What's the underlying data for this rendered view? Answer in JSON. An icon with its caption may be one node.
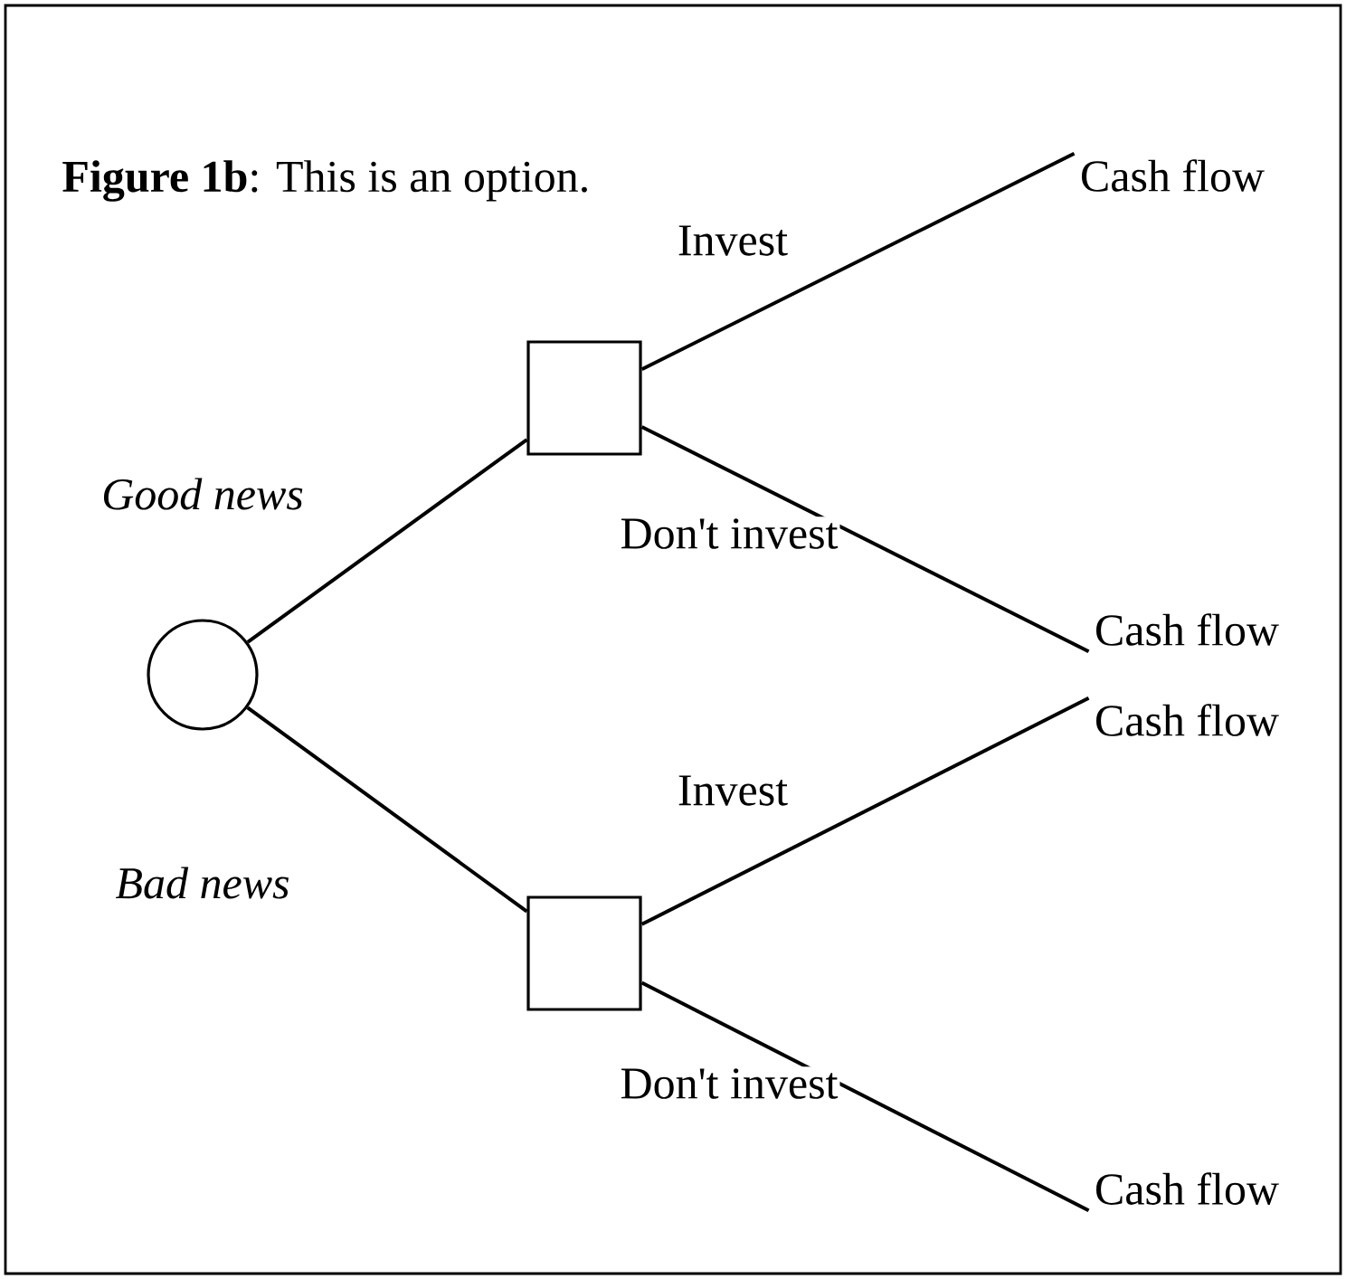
{
  "diagram": {
    "title": "**Figure 1b**:  This is an option.",
    "nodes": [
      {
        "text": [],
        "shape": "circle"
      },
      {
        "text": [],
        "shape": "box"
      },
      {
        "text": [],
        "shape": "box"
      },
      {
        "text": [
          "Cash flow"
        ]
      },
      {
        "text": [
          "Cash flow"
        ]
      },
      {
        "text": [
          "Cash flow"
        ]
      },
      {
        "text": [
          "Cash flow"
        ]
      }
    ],
    "edges": [
      {
        "from": 0,
        "to": 1,
        "arrow": "none",
        "label": "Good news"
      },
      {
        "from": 0,
        "to": 2,
        "arrow": "none",
        "label": "Bad news"
      },
      {
        "from": 1,
        "to": 3,
        "arrow": "none",
        "label": "Invest"
      },
      {
        "from": 1,
        "to": 4,
        "arrow": "none",
        "label": "Don't invest"
      },
      {
        "from": 2,
        "to": 5,
        "arrow": "none",
        "label": "Invest"
      },
      {
        "from": 2,
        "to": 6,
        "arrow": "none",
        "label": "Don't invest"
      }
    ]
  }
}
